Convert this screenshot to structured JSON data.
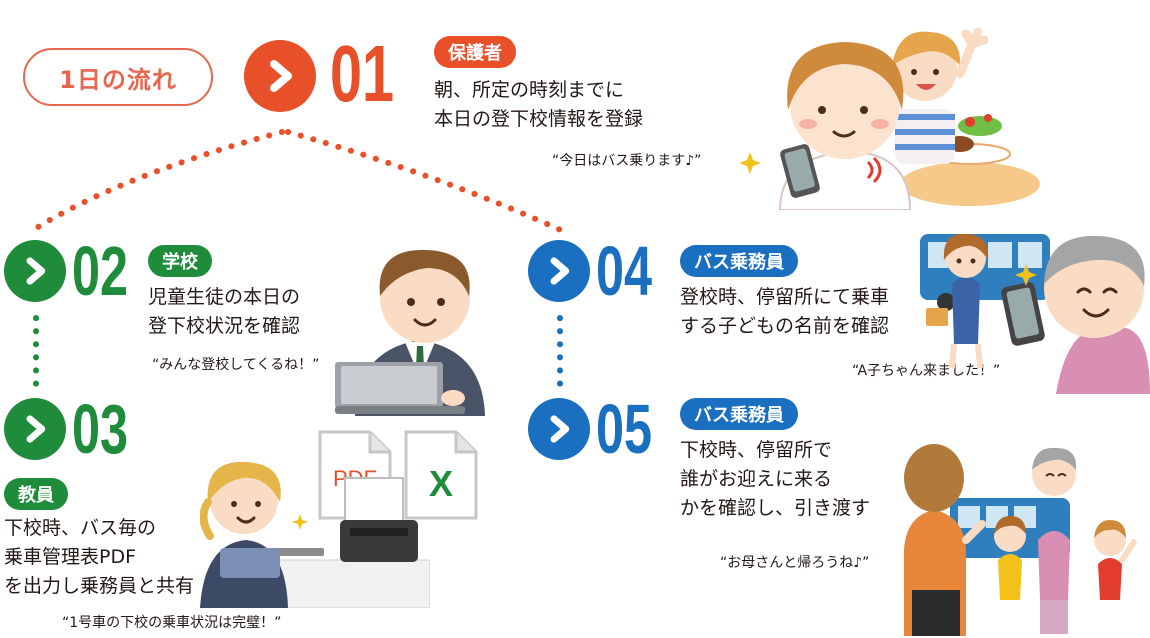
{
  "title": "1日の流れ",
  "colors": {
    "orange": "#e8502a",
    "orange_light": "#e8664e",
    "green": "#1e8c3a",
    "blue": "#1a6fc0",
    "text": "#231815"
  },
  "steps": [
    {
      "num": "01",
      "tag": "保護者",
      "lines": [
        "朝、所定の時刻までに",
        "本日の登下校情報を登録"
      ],
      "quote": "“今日はバス乗ります♪”"
    },
    {
      "num": "02",
      "tag": "学校",
      "lines": [
        "児童生徒の本日の",
        "登下校状況を確認"
      ],
      "quote": "“みんな登校してくるね！”"
    },
    {
      "num": "03",
      "tag": "教員",
      "lines": [
        "下校時、バス毎の",
        "乗車管理表PDF",
        "を出力し乗務員と共有"
      ],
      "quote": "“1号車の下校の乗車状況は完璧！”"
    },
    {
      "num": "04",
      "tag": "バス乗務員",
      "lines": [
        "登校時、停留所にて乗車",
        "する子どもの名前を確認"
      ],
      "quote": "“A子ちゃん来ました！”"
    },
    {
      "num": "05",
      "tag": "バス乗務員",
      "lines": [
        "下校時、停留所で",
        "誰がお迎えに来る",
        "かを確認し、引き渡す"
      ],
      "quote": "“お母さんと帰ろうね♪”"
    }
  ],
  "doc_labels": {
    "pdf": "PDF",
    "excel": "X"
  }
}
